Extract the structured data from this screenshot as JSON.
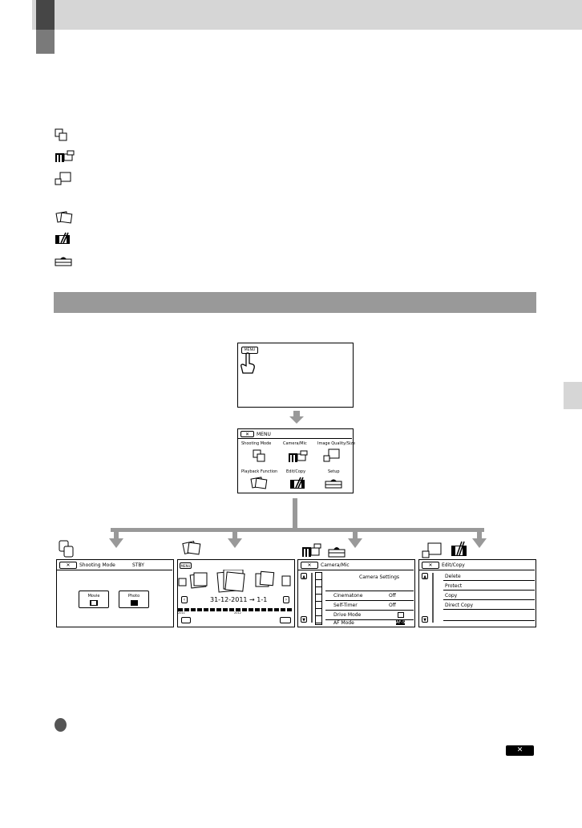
{
  "menu_icons": [
    "shooting-mode-icon",
    "camera-mic-icon",
    "image-quality-size-icon",
    "playback-function-icon",
    "edit-copy-icon",
    "setup-icon"
  ],
  "screen1": {
    "menu_button": "MENU"
  },
  "menu_screen": {
    "close": "✕",
    "title": "MENU",
    "items": [
      "Shooting Mode",
      "Camera/Mic",
      "Image Quality/Size",
      "Playback Function",
      "Edit/Copy",
      "Setup"
    ]
  },
  "shooting": {
    "close": "✕",
    "title": "Shooting Mode",
    "status": "STBY",
    "movie": "Movie",
    "photo": "Photo"
  },
  "playback": {
    "menu": "MENU",
    "date_range": "31-12-2011 → 1-1",
    "prev": "‹",
    "next": "›",
    "year1": "2011",
    "year2": "2012"
  },
  "camera": {
    "close": "✕",
    "title": "Camera/Mic",
    "section": "Camera Settings",
    "rows": [
      {
        "label": "Cinematone",
        "value": "Off"
      },
      {
        "label": "Self-Timer",
        "value": "Off"
      },
      {
        "label": "Drive Mode",
        "value": ""
      },
      {
        "label": "AF Mode",
        "value": "AF-S"
      }
    ]
  },
  "edit": {
    "close": "✕",
    "title": "Edit/Copy",
    "rows": [
      "Delete",
      "Protect",
      "Copy",
      "Direct Copy"
    ]
  },
  "close_button": "✕",
  "colors": {
    "header": "#d6d6d6",
    "header_tab": "#464646",
    "section_bar": "#999999",
    "arrow": "#999999"
  }
}
